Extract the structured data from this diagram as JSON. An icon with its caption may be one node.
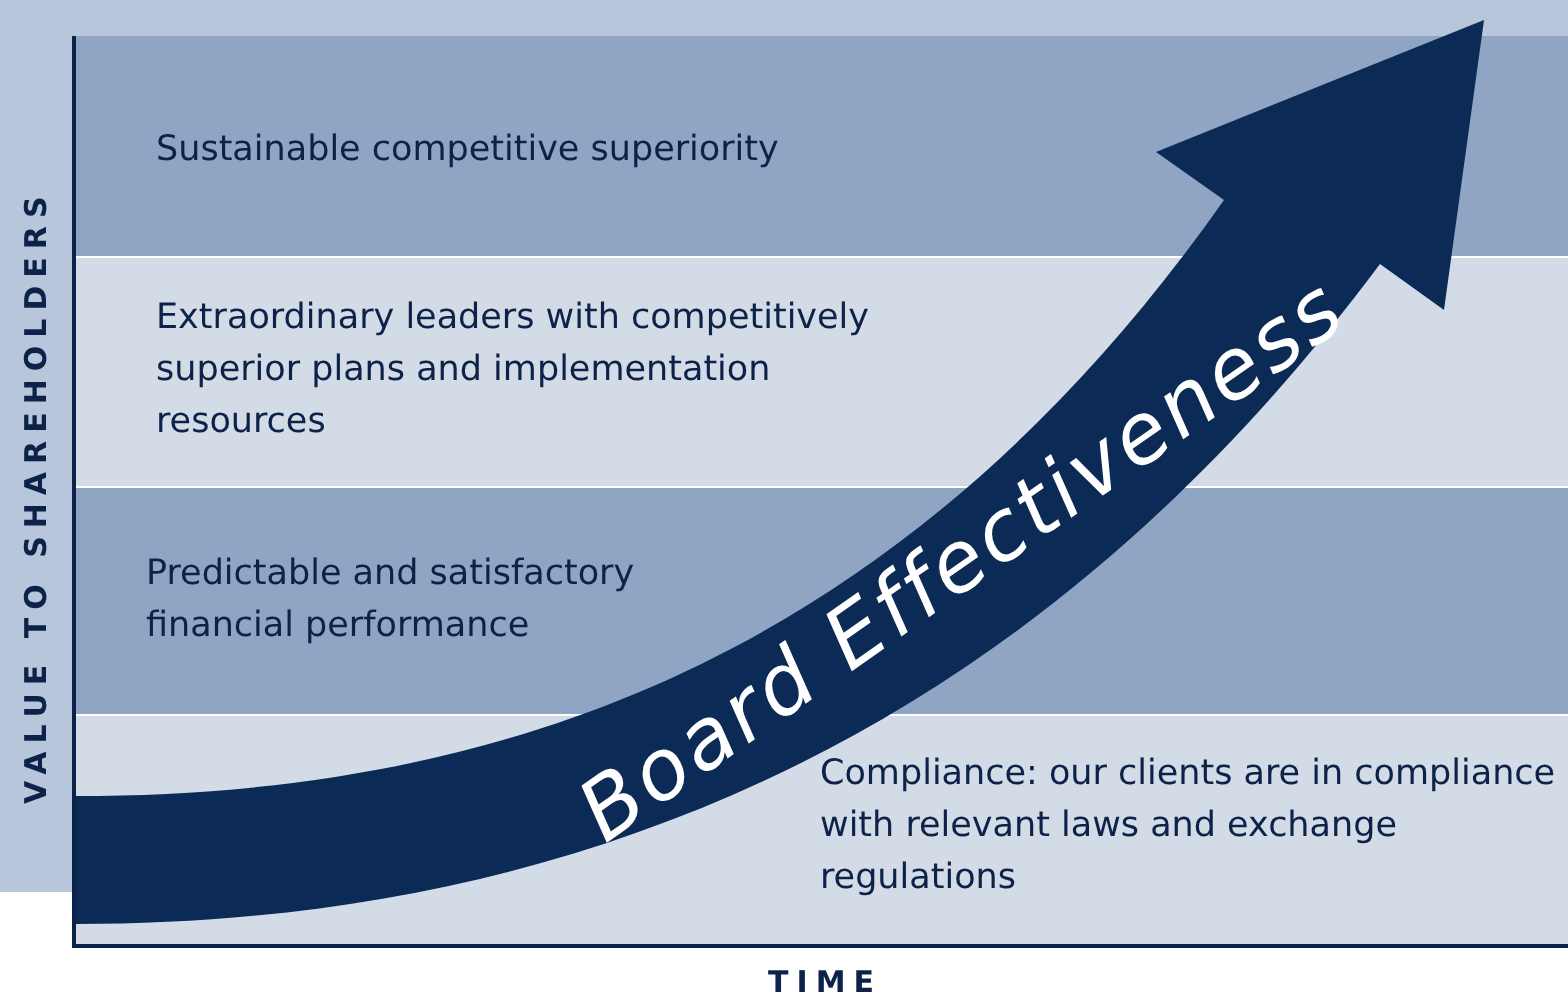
{
  "diagram": {
    "nodes": [
      {
        "text": [
          "Sustainable competitive superiority"
        ]
      },
      {
        "text": [
          "Extraordinary leaders with competitively superior plans and implementation resources"
        ]
      },
      {
        "text": [
          "Predictable and satisfactory financial performance"
        ]
      },
      {
        "text": [
          "Compliance: our clients are in compliance with relevant laws and exchange regulations"
        ]
      },
      {
        "text": [
          "Board Effectiveness"
        ]
      }
    ],
    "edges": [],
    "labels": [
      "VALUE TO SHAREHOLDERS",
      "TIME"
    ]
  }
}
